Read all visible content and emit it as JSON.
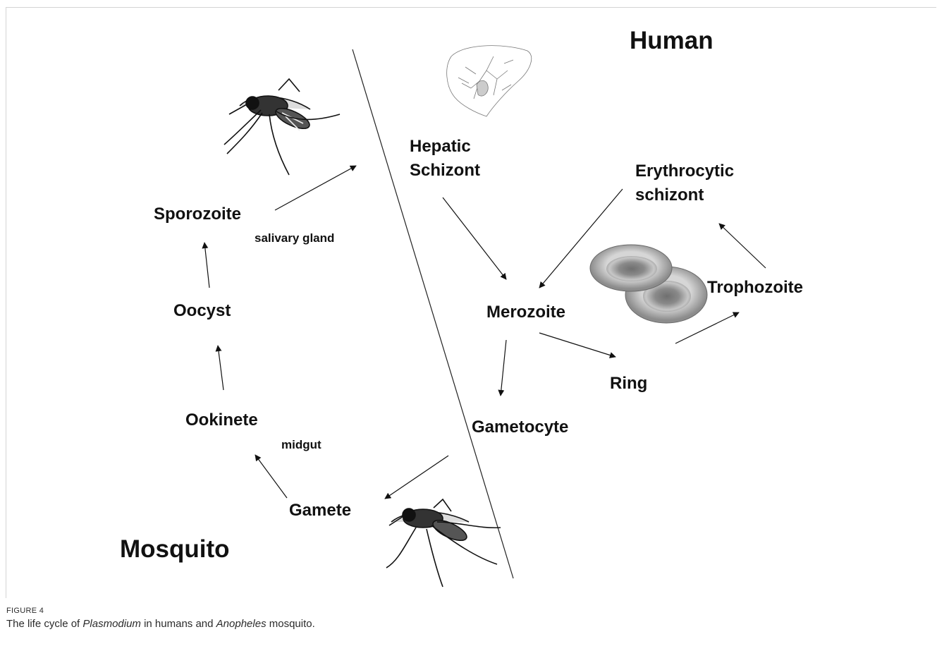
{
  "figure": {
    "hosts": {
      "human": "Human",
      "mosquito": "Mosquito"
    },
    "stages": {
      "hepatic_1": "Hepatic",
      "hepatic_2": "Schizont",
      "erythrocytic_1": "Erythrocytic",
      "erythrocytic_2": "schizont",
      "merozoite": "Merozoite",
      "trophozoite": "Trophozoite",
      "ring": "Ring",
      "gametocyte": "Gametocyte",
      "gamete": "Gamete",
      "ookinete": "Ookinete",
      "oocyst": "Oocyst",
      "sporozoite": "Sporozoite"
    },
    "locations": {
      "salivary_gland": "salivary gland",
      "midgut": "midgut"
    },
    "icons": [
      "liver-icon",
      "red-blood-cells-icon",
      "mosquito-icon",
      "mosquito-biting-icon"
    ]
  },
  "caption": {
    "label": "FIGURE 4",
    "text_before": "The life cycle of ",
    "genus": "Plasmodium",
    "text_middle": " in humans and ",
    "vector": "Anopheles",
    "text_after": " mosquito."
  }
}
